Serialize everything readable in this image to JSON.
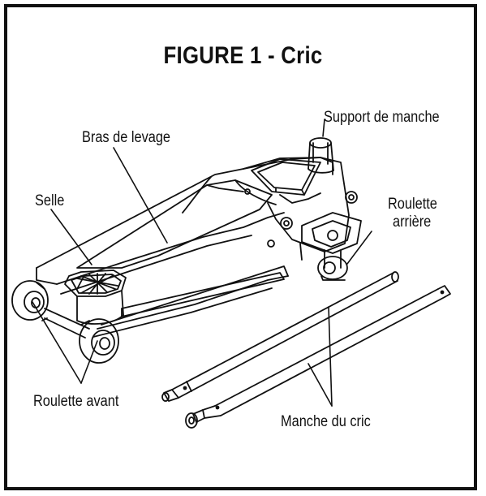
{
  "figure": {
    "title": "FIGURE 1  -  Cric"
  },
  "labels": {
    "handle_support": "Support de manche",
    "lift_arm": "Bras de levage",
    "saddle": "Selle",
    "rear_caster_line1": "Roulette",
    "rear_caster_line2": "arrière",
    "front_wheel": "Roulette avant",
    "jack_handle": "Manche du cric"
  },
  "colors": {
    "ink": "#111111",
    "background": "#ffffff"
  }
}
